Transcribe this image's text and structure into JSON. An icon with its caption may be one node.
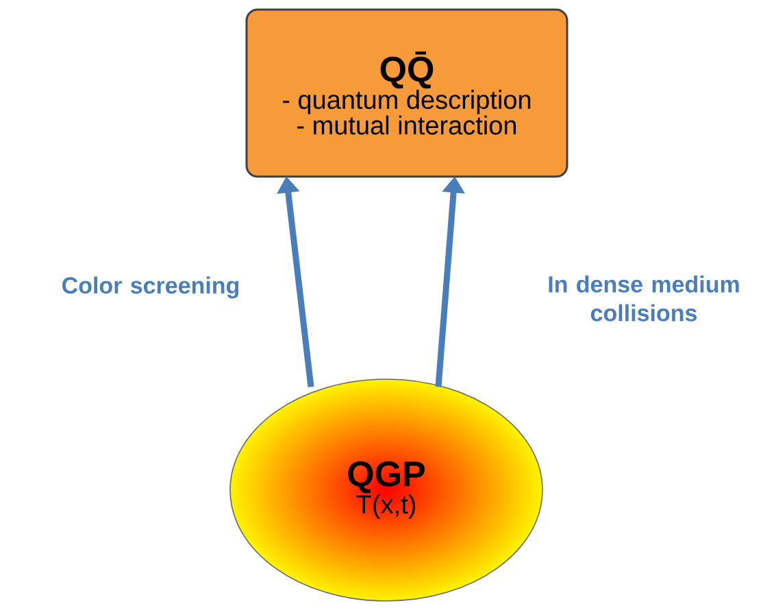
{
  "diagram": {
    "nodes": [
      {
        "text": [
          "QQ̄",
          "- quantum description",
          "- mutual interaction"
        ]
      },
      {
        "text": [
          "QGP",
          "T(x,t)"
        ]
      }
    ],
    "edges": [
      {
        "from": 1,
        "to": 0,
        "arrow": "to",
        "label": "Color screening"
      },
      {
        "from": 1,
        "to": 0,
        "arrow": "to",
        "label": "In dense medium collisions"
      }
    ]
  }
}
